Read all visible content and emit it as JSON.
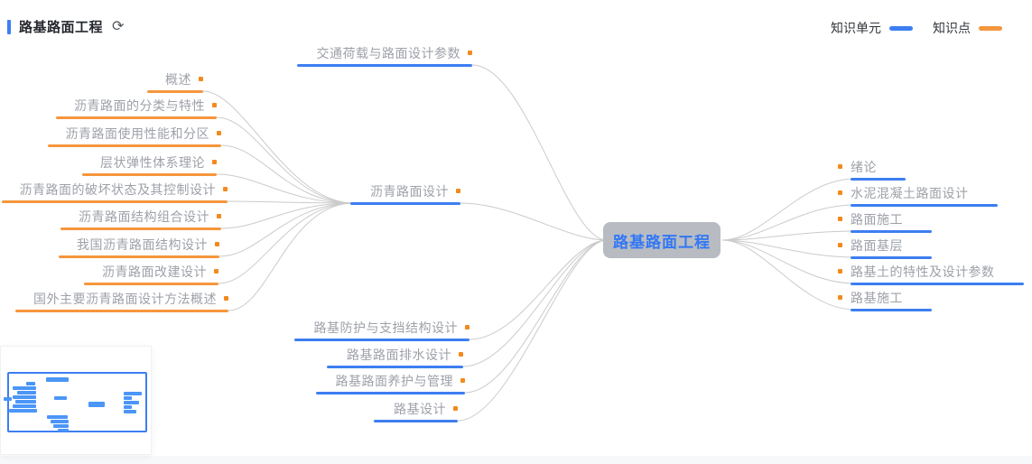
{
  "header": {
    "title": "路基路面工程",
    "refresh_icon": "⟳"
  },
  "legend": {
    "unit_label": "知识单元",
    "point_label": "知识点",
    "unit_color": "#3d7ef2",
    "point_color": "#f5953d"
  },
  "root": {
    "label": "路基路面工程",
    "text_color": "#3277f5",
    "bg_color": "#b8bcc2"
  },
  "left_units": [
    {
      "label": "交通荷载与路面设计参数"
    },
    {
      "label": "沥青路面设计"
    },
    {
      "label": "路基防护与支挡结构设计"
    },
    {
      "label": "路基路面排水设计"
    },
    {
      "label": "路基路面养护与管理"
    },
    {
      "label": "路基设计"
    }
  ],
  "asphalt_children": [
    "概述",
    "沥青路面的分类与特性",
    "沥青路面使用性能和分区",
    "层状弹性体系理论",
    "沥青路面的破坏状态及其控制设计",
    "沥青路面结构组合设计",
    "我国沥青路面结构设计",
    "沥青路面改建设计",
    "国外主要沥青路面设计方法概述"
  ],
  "right_units": [
    "绪论",
    "水泥混凝土路面设计",
    "路面施工",
    "路面基层",
    "路基土的特性及设计参数",
    "路基施工"
  ],
  "edge_color": "#cbcbcb"
}
